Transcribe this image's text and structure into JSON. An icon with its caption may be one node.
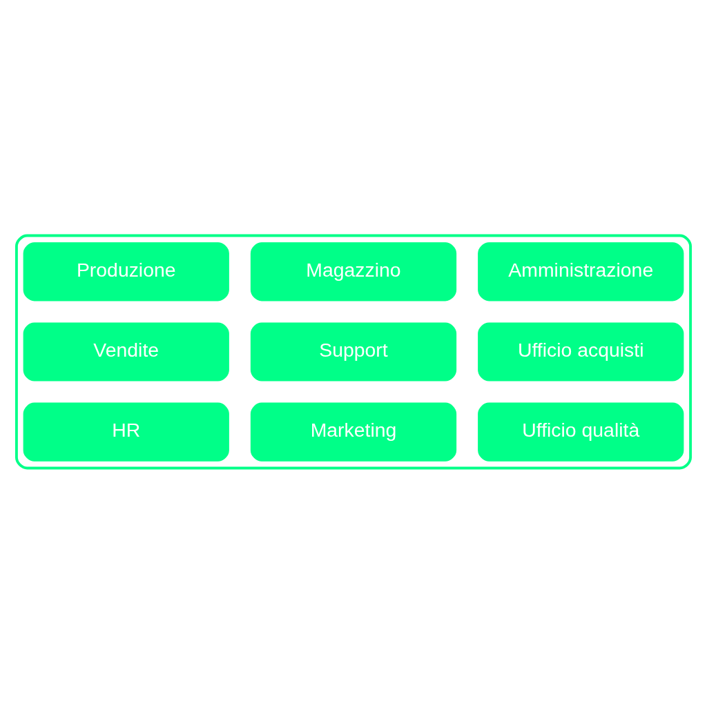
{
  "diagram": {
    "nodes": [
      {
        "text": [],
        "shape": "box"
      },
      {
        "text": [
          "Produzione"
        ],
        "in": 0
      },
      {
        "text": [
          "Magazzino"
        ],
        "in": 0
      },
      {
        "text": [
          "Amministrazione"
        ],
        "in": 0
      },
      {
        "text": [
          "Vendite"
        ],
        "in": 0
      },
      {
        "text": [
          "Support"
        ],
        "in": 0
      },
      {
        "text": [
          "Ufficio acquisti"
        ],
        "in": 0
      },
      {
        "text": [
          "HR"
        ],
        "in": 0
      },
      {
        "text": [
          "Marketing"
        ],
        "in": 0
      },
      {
        "text": [
          "Ufficio qualità"
        ],
        "in": 0
      }
    ]
  }
}
